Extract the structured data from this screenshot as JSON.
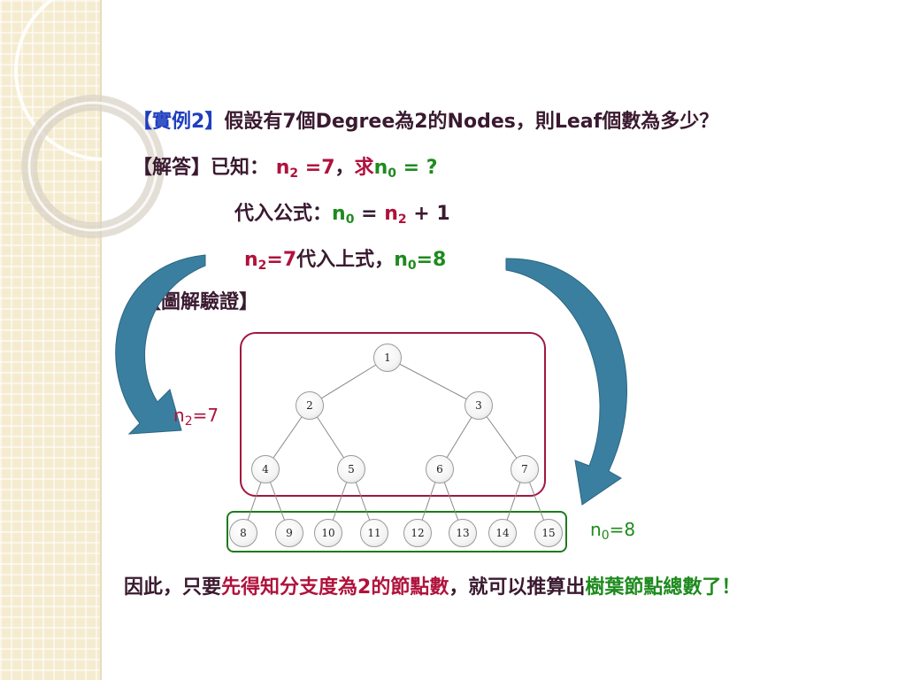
{
  "example": {
    "tag": "【實例2】",
    "question": "假設有7個Degree為2的Nodes，則Leaf個數為多少？"
  },
  "answer": {
    "tag": "【解答】",
    "known_label": "已知：",
    "known_value": "n2 =7",
    "sep": "，",
    "find_label": "求",
    "find_value": "n0 = ?",
    "formula_label": "代入公式：",
    "formula": "n0 = n2 + 1",
    "substitute_left": "n2=7",
    "substitute_mid": "代入上式，",
    "substitute_right": "n0=8"
  },
  "diagram": {
    "tag": "【圖解驗證】",
    "label_n2": "n2=7",
    "label_n0": "n0=8",
    "nodes": [
      "1",
      "2",
      "3",
      "4",
      "5",
      "6",
      "7",
      "8",
      "9",
      "10",
      "11",
      "12",
      "13",
      "14",
      "15"
    ]
  },
  "conclusion": {
    "part1": "因此，只要",
    "part2": "先得知分支度為2的節點數",
    "part3": "，就可以推算出",
    "part4": "樹葉節點總數了！"
  },
  "colors": {
    "blue": "#1f3fbf",
    "red": "#b0123c",
    "green": "#1e8a1e",
    "arrow": "#3a7fa0"
  }
}
